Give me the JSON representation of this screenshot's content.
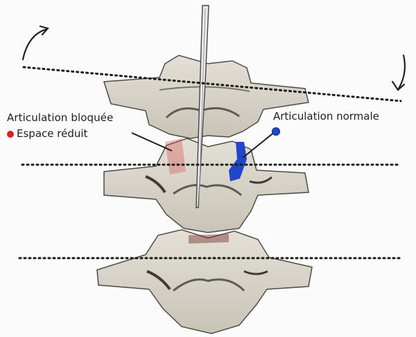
{
  "labels": {
    "left_primary": "Articulation bloquée",
    "left_secondary": "Espace réduit",
    "right_primary": "Articulation normale"
  },
  "colors": {
    "background": "#fbfbfb",
    "bone": "#d9d4ca",
    "bone_shadow": "#5d5a55",
    "blocked_marker": "#d62121",
    "normal_marker": "#1f47c7",
    "dotted_line": "#1a1a1a"
  },
  "icons": {
    "top_left_arrow": "curved-arrow-up-icon",
    "top_right_arrow": "curved-arrow-down-icon",
    "needle": "needle-icon"
  }
}
